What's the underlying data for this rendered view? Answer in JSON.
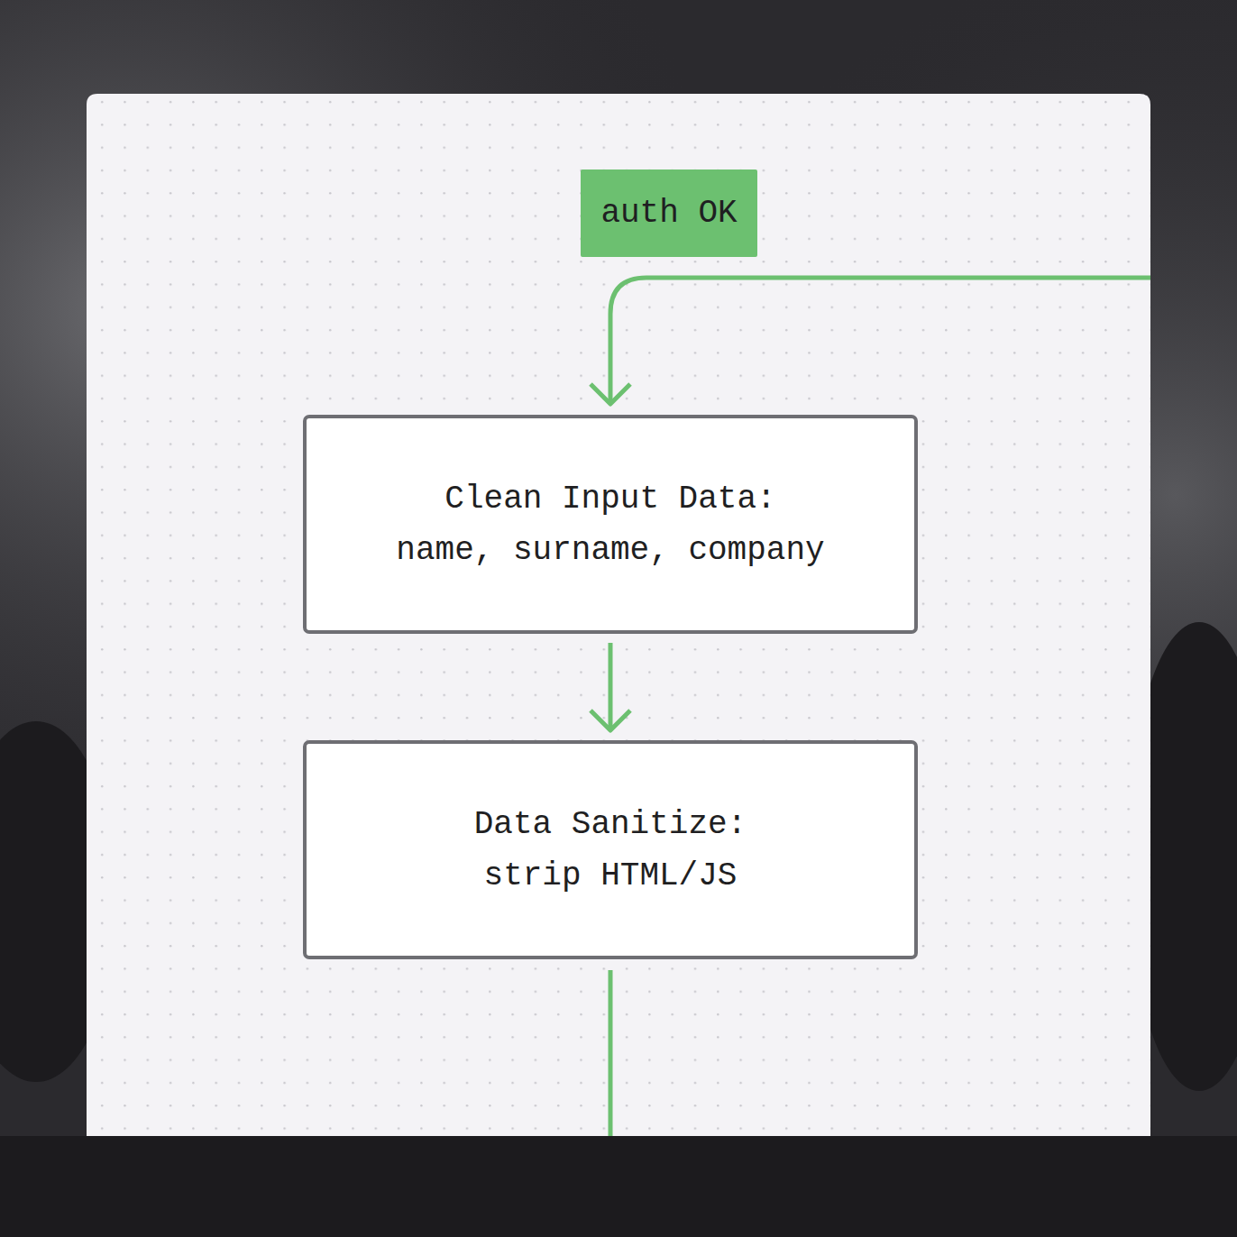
{
  "diagram": {
    "nodes": [
      {
        "text": [
          "auth OK"
        ]
      },
      {
        "text": [
          "Clean Input Data:",
          "name, surname, company"
        ]
      },
      {
        "text": [
          "Data Sanitize:",
          "strip HTML/JS"
        ]
      }
    ],
    "edges": [
      {
        "from": 1,
        "to": 2,
        "arrow": "to"
      }
    ]
  }
}
